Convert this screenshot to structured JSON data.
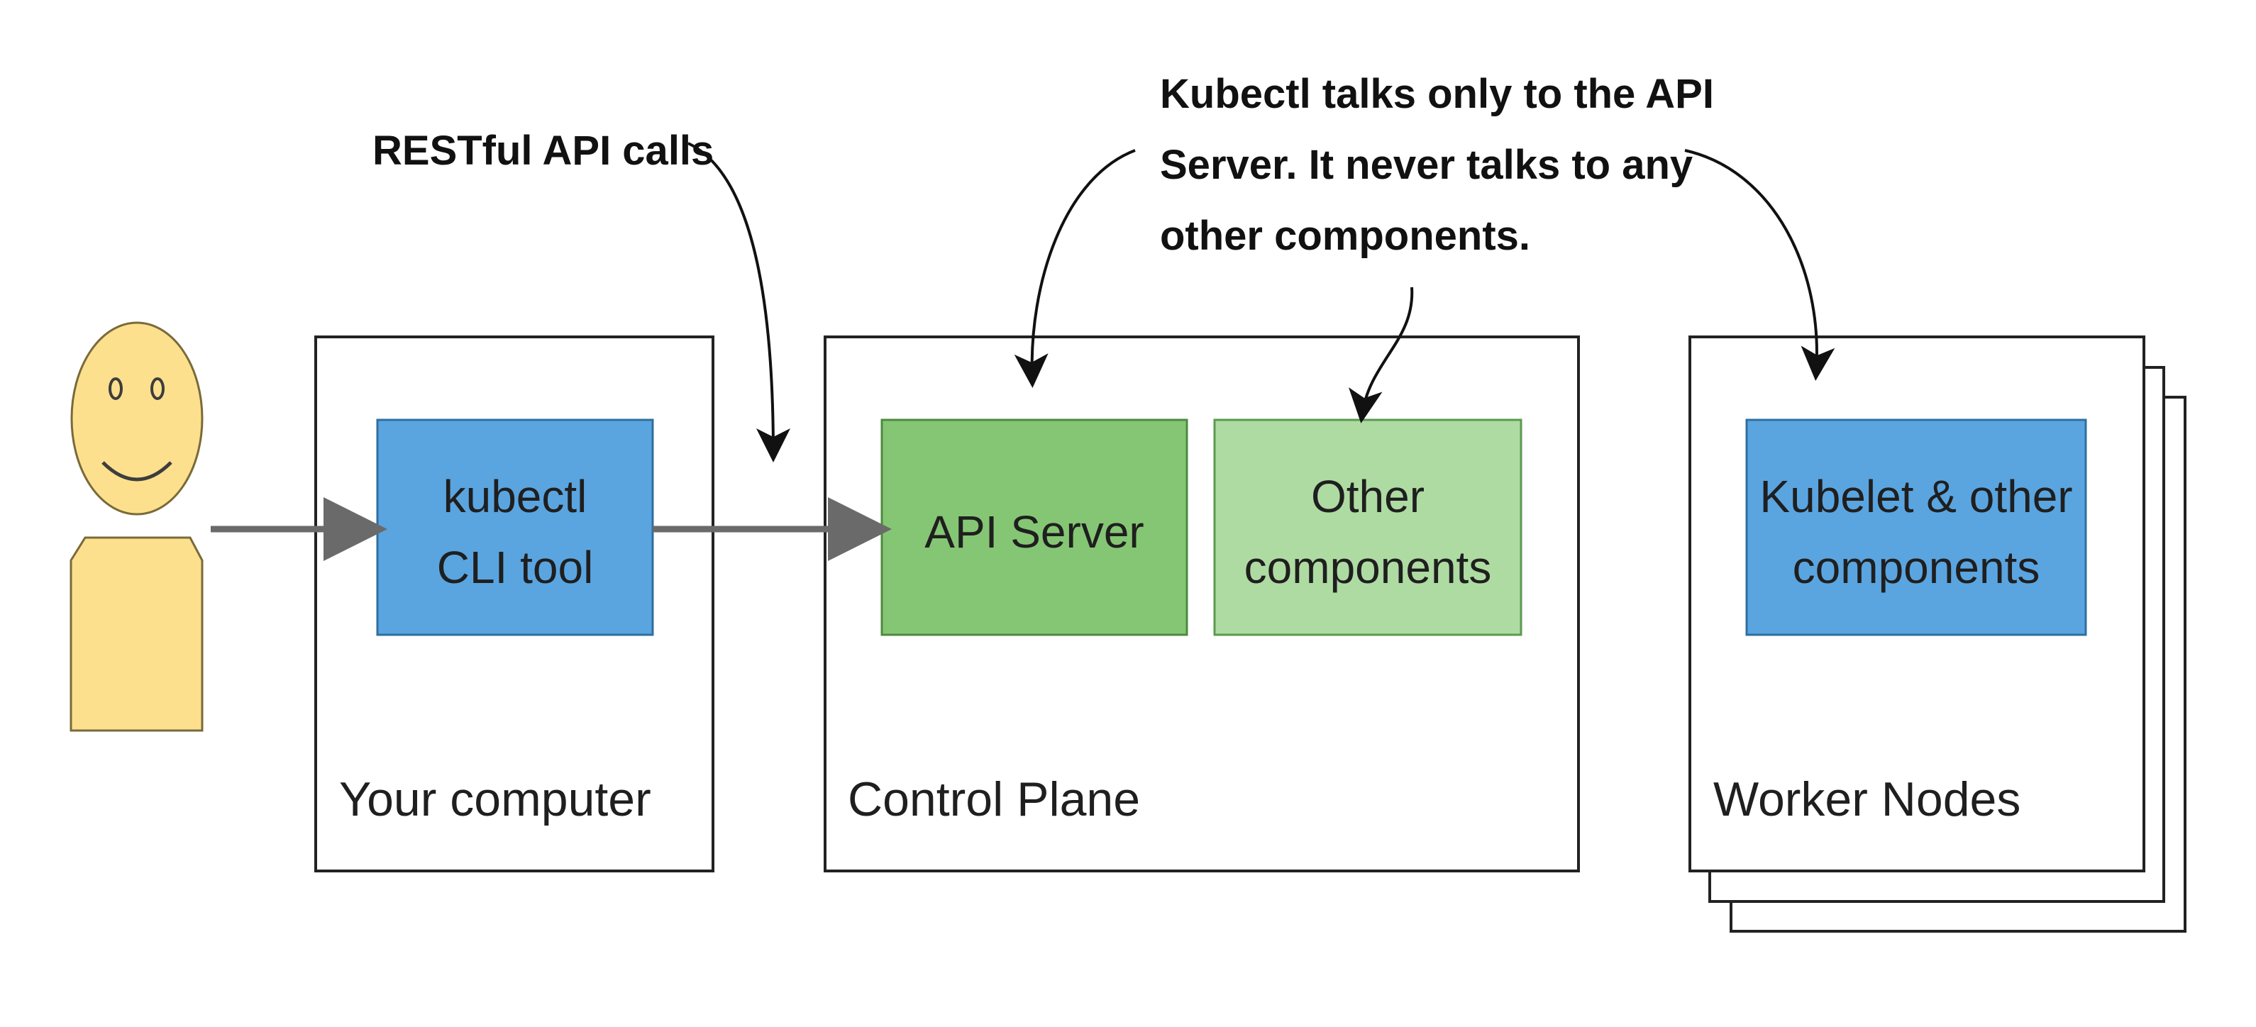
{
  "annotations": {
    "restful": "RESTful API calls",
    "kubectl_note": {
      "line1": "Kubectl talks only to the API",
      "line2": "Server. It never talks to any",
      "line3": "other components."
    }
  },
  "boxes": {
    "your_computer": {
      "label": "Your computer",
      "kubectl": {
        "line1": "kubectl",
        "line2": "CLI tool"
      }
    },
    "control_plane": {
      "label": "Control Plane",
      "api_server": "API Server",
      "other_components": {
        "line1": "Other",
        "line2": "components"
      }
    },
    "worker_nodes": {
      "label": "Worker Nodes",
      "kubelet": {
        "line1": "Kubelet & other",
        "line2": "components"
      }
    }
  },
  "colors": {
    "user_fill": "#fce08d",
    "kubectl_fill": "#5aa5e0",
    "api_server_fill": "#85c674",
    "other_components_fill": "#aedba2",
    "kubelet_fill": "#5aa5e0",
    "arrow": "#6a6a6a"
  },
  "icons": {
    "user": "smiley-user-icon"
  }
}
